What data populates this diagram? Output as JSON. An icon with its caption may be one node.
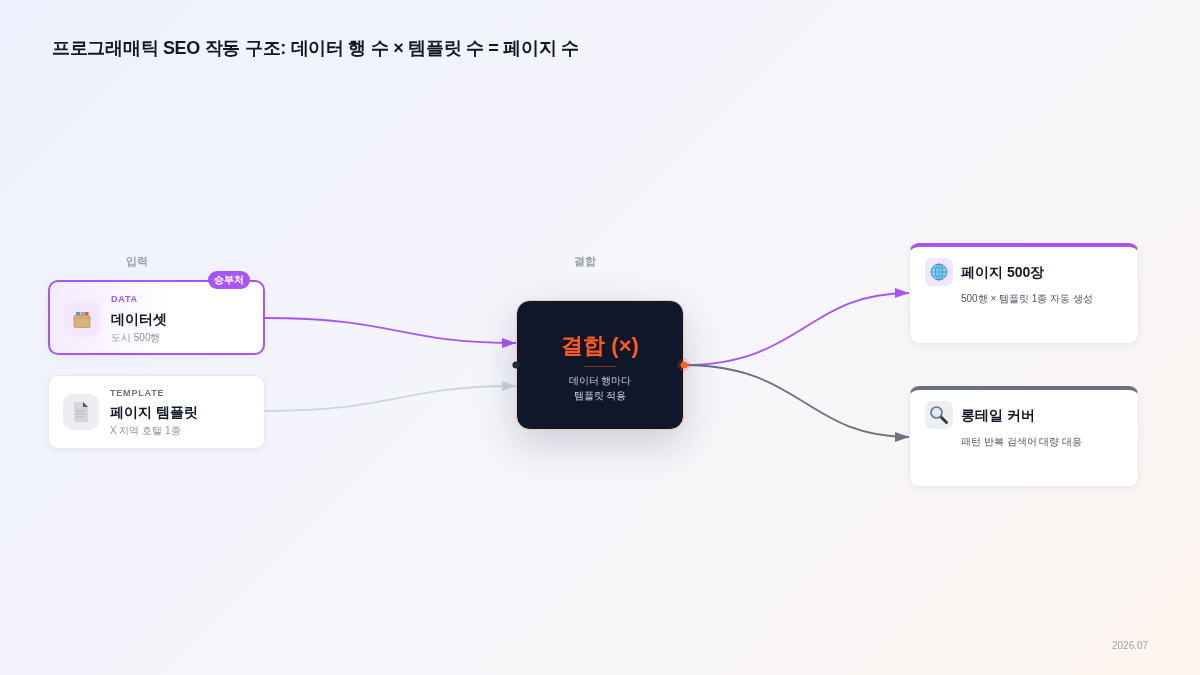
{
  "diagram": {
    "title": "프로그래매틱 SEO 작동 구조: 데이터 행 수 × 템플릿 수 = 페이지 수",
    "nodes": [
      {
        "text": [
          "승부처",
          "DATA",
          "데이터셋",
          "도시 500행"
        ]
      },
      {
        "text": [
          "TEMPLATE",
          "페이지 템플릿",
          "X 지역 호텔 1종"
        ]
      },
      {
        "text": [
          "결합 (×)",
          "데이터 행마다 템플릿 적용"
        ]
      },
      {
        "text": [
          "페이지 500장",
          "500행 × 템플릿 1종 자동 생성"
        ]
      },
      {
        "text": [
          "롱테일 커버",
          "패턴 반복 검색어 대량 대응"
        ]
      }
    ],
    "edges": [
      {
        "from": 0,
        "to": 2,
        "arrow": "to",
        "color": "#a855f7"
      },
      {
        "from": 1,
        "to": 2,
        "arrow": "to",
        "color": "#cbd5e1"
      },
      {
        "from": 2,
        "to": 3,
        "arrow": "to",
        "color": "#a855f7"
      },
      {
        "from": 2,
        "to": 4,
        "arrow": "to",
        "color": "#6b7280"
      }
    ],
    "labels": [
      "입력",
      "결합",
      "2026.07"
    ]
  }
}
